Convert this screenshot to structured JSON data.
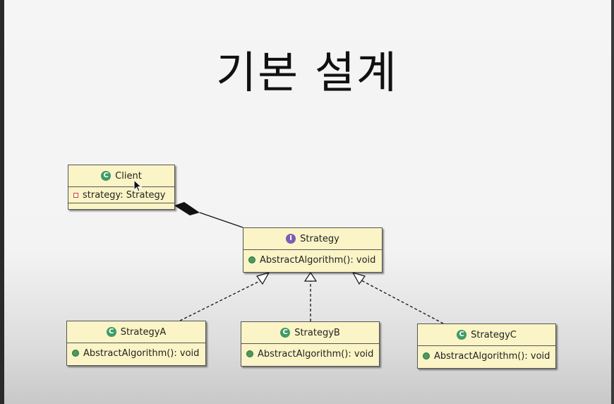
{
  "title": "기본 설계",
  "classes": {
    "client": {
      "name": "Client",
      "field": "strategy: Strategy",
      "badge": "C"
    },
    "strategy": {
      "name": "Strategy",
      "method": "AbstractAlgorithm(): void",
      "badge": "I"
    },
    "strategy_a": {
      "name": "StrategyA",
      "method": "AbstractAlgorithm(): void",
      "badge": "C"
    },
    "strategy_b": {
      "name": "StrategyB",
      "method": "AbstractAlgorithm(): void",
      "badge": "C"
    },
    "strategy_c": {
      "name": "StrategyC",
      "method": "AbstractAlgorithm(): void",
      "badge": "C"
    }
  },
  "relations": [
    {
      "type": "composition",
      "from": "client",
      "to": "strategy"
    },
    {
      "type": "realization",
      "from": "strategy_a",
      "to": "strategy"
    },
    {
      "type": "realization",
      "from": "strategy_b",
      "to": "strategy"
    },
    {
      "type": "realization",
      "from": "strategy_c",
      "to": "strategy"
    }
  ],
  "colors": {
    "class_fill": "#fbf4c6",
    "class_badge": "#3f9b66",
    "interface_badge": "#7c5cb8",
    "public_method": "#4a9a60",
    "private_field": "#d04040"
  },
  "icons": {
    "class": "class-c-icon",
    "interface": "interface-i-icon",
    "method": "public-method-icon",
    "field": "private-field-icon",
    "cursor": "mouse-pointer-icon"
  }
}
